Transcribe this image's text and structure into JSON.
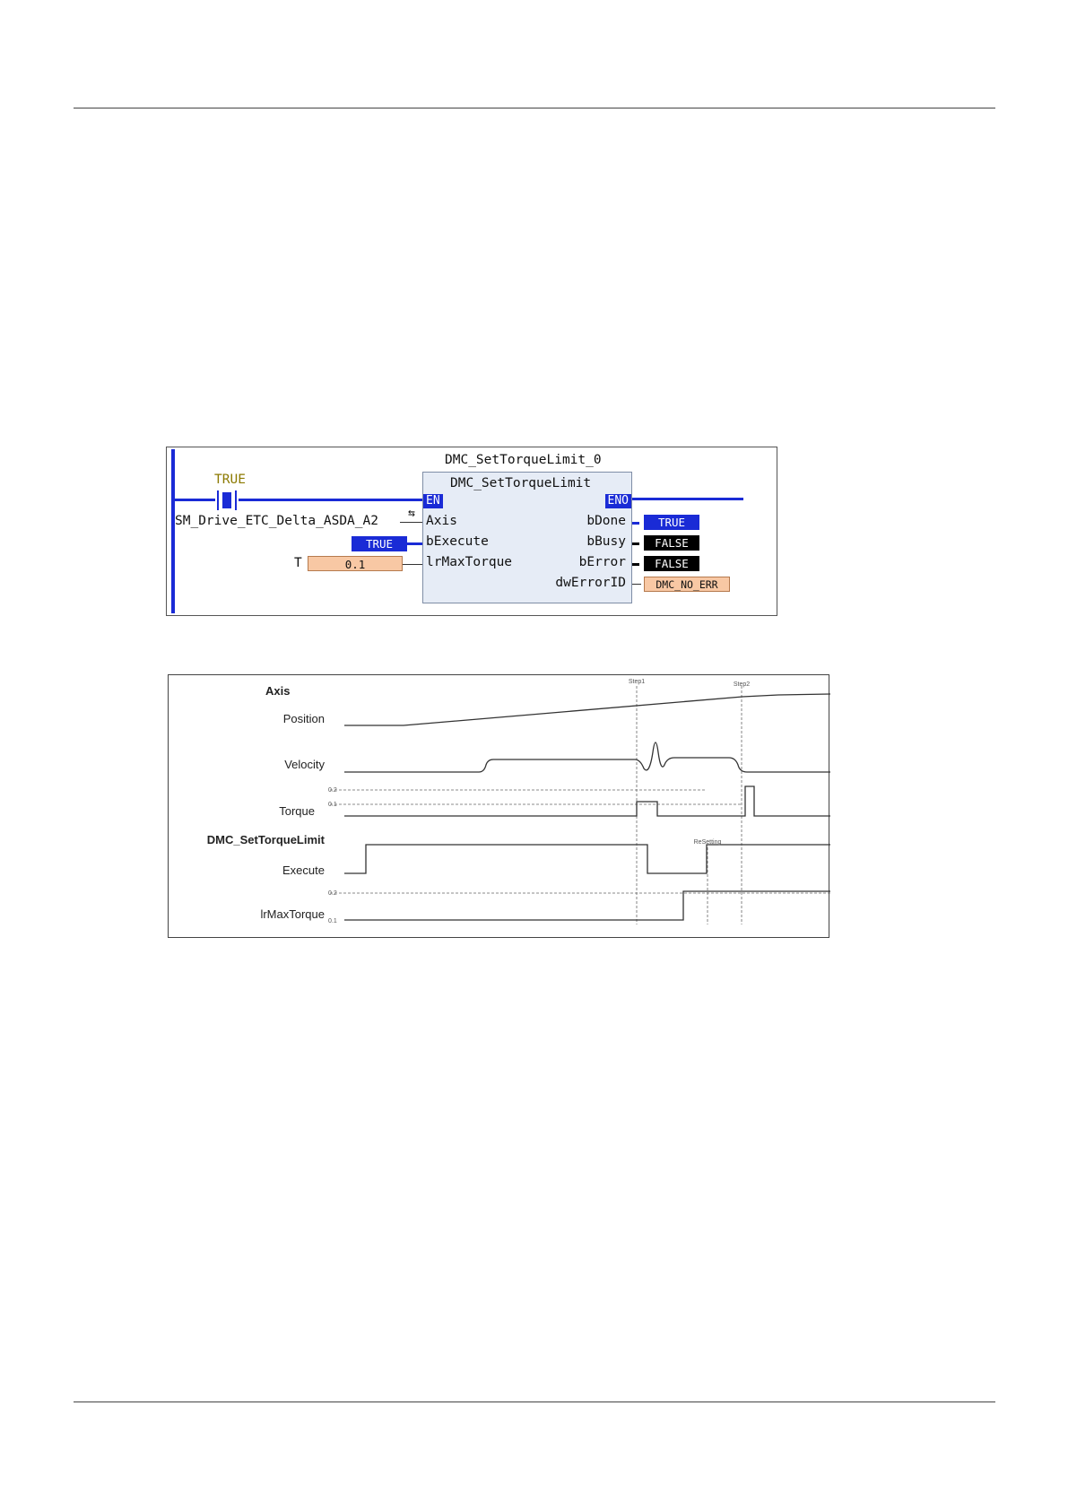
{
  "ladder": {
    "instance_name": "DMC_SetTorqueLimit_0",
    "block_type": "DMC_SetTorqueLimit",
    "contact_label": "TRUE",
    "pins": {
      "en": "EN",
      "eno": "ENO",
      "axis": "Axis",
      "bexecute": "bExecute",
      "lrmaxtorque": "lrMaxTorque",
      "bdone": "bDone",
      "bbusy": "bBusy",
      "berror": "bError",
      "dwerrorid": "dwErrorID"
    },
    "axis_variable": "SM_Drive_ETC_Delta_ASDA_A2",
    "axis_arrow": "⇆",
    "bexecute_value": "TRUE",
    "lrmaxtorque_prefix": "T",
    "lrmaxtorque_value": "0.1",
    "bdone_value": "TRUE",
    "bbusy_value": "FALSE",
    "berror_value": "FALSE",
    "dwerrorid_value": "DMC_NO_ERR",
    "colors": {
      "blue": "#1a2bd6",
      "panel": "#e6ecf6",
      "peach": "#f8c8a4"
    }
  },
  "timing": {
    "axis_section": "Axis",
    "position": "Position",
    "velocity": "Velocity",
    "torque": "Torque",
    "fb_section": "DMC_SetTorqueLimit",
    "execute": "Execute",
    "lrmaxtorque": "lrMaxTorque",
    "step1": "Step1",
    "step2": "Step2",
    "resetting": "ReSetting",
    "level_02": "0.2",
    "level_01": "0.1"
  }
}
